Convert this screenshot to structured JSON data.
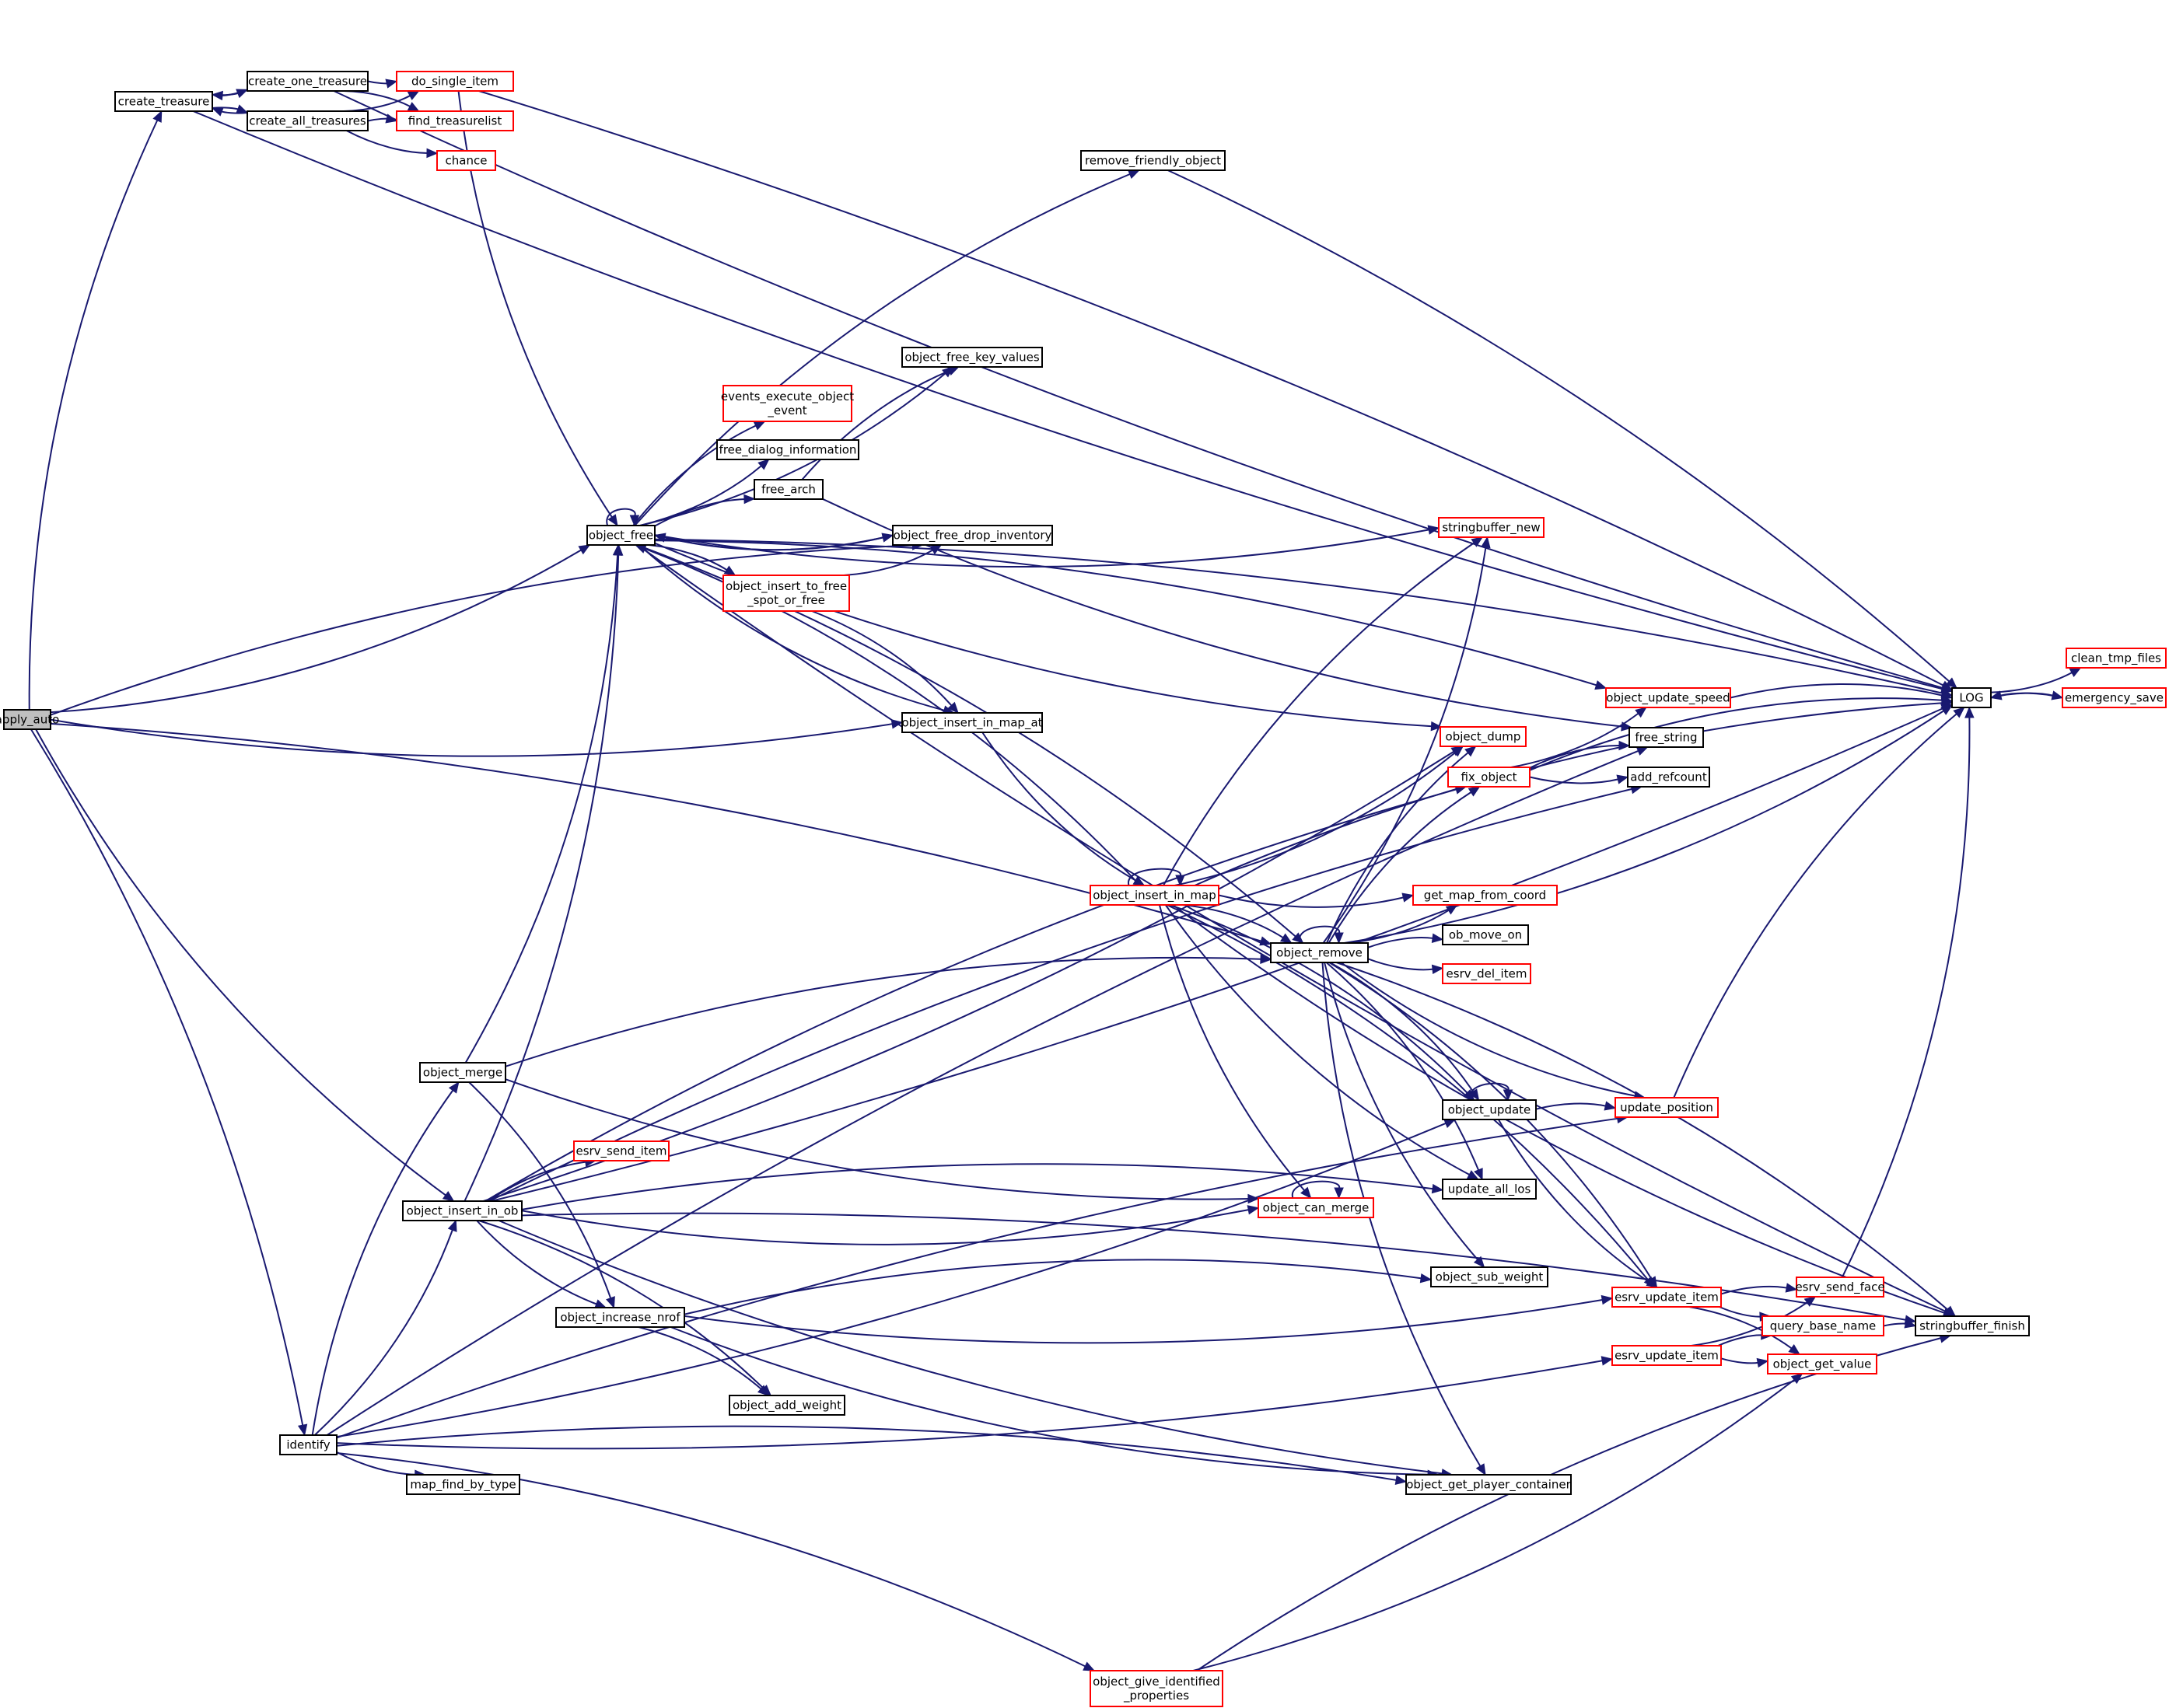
{
  "colors": {
    "edge": "#191970",
    "node_border_default": "#000000",
    "node_border_truncated": "#ff0000",
    "node_root_fill": "#bfbfbf",
    "node_fill": "#ffffff"
  },
  "nodes": [
    {
      "id": "apply_auto",
      "lines": [
        "apply_auto"
      ],
      "kind": "root"
    },
    {
      "id": "create_treasure",
      "lines": [
        "create_treasure"
      ],
      "kind": "normal"
    },
    {
      "id": "create_one_treasure",
      "lines": [
        "create_one_treasure"
      ],
      "kind": "normal"
    },
    {
      "id": "create_all_treasures",
      "lines": [
        "create_all_treasures"
      ],
      "kind": "normal"
    },
    {
      "id": "do_single_item",
      "lines": [
        "do_single_item"
      ],
      "kind": "truncated"
    },
    {
      "id": "find_treasurelist",
      "lines": [
        "find_treasurelist"
      ],
      "kind": "truncated"
    },
    {
      "id": "chance",
      "lines": [
        "chance"
      ],
      "kind": "truncated"
    },
    {
      "id": "remove_friendly_object",
      "lines": [
        "remove_friendly_object"
      ],
      "kind": "normal"
    },
    {
      "id": "object_free_key_values",
      "lines": [
        "object_free_key_values"
      ],
      "kind": "normal"
    },
    {
      "id": "events_execute_object_event",
      "lines": [
        "events_execute_object",
        "_event"
      ],
      "kind": "truncated"
    },
    {
      "id": "free_dialog_information",
      "lines": [
        "free_dialog_information"
      ],
      "kind": "normal"
    },
    {
      "id": "free_arch",
      "lines": [
        "free_arch"
      ],
      "kind": "normal"
    },
    {
      "id": "object_free",
      "lines": [
        "object_free"
      ],
      "kind": "normal"
    },
    {
      "id": "object_free_drop_inventory",
      "lines": [
        "object_free_drop_inventory"
      ],
      "kind": "normal"
    },
    {
      "id": "object_insert_to_free_spot_or_free",
      "lines": [
        "object_insert_to_free",
        "_spot_or_free"
      ],
      "kind": "truncated"
    },
    {
      "id": "stringbuffer_new",
      "lines": [
        "stringbuffer_new"
      ],
      "kind": "truncated"
    },
    {
      "id": "object_insert_in_map_at",
      "lines": [
        "object_insert_in_map_at"
      ],
      "kind": "normal"
    },
    {
      "id": "object_update_speed",
      "lines": [
        "object_update_speed"
      ],
      "kind": "truncated"
    },
    {
      "id": "LOG",
      "lines": [
        "LOG"
      ],
      "kind": "normal"
    },
    {
      "id": "clean_tmp_files",
      "lines": [
        "clean_tmp_files"
      ],
      "kind": "truncated"
    },
    {
      "id": "emergency_save",
      "lines": [
        "emergency_save"
      ],
      "kind": "truncated"
    },
    {
      "id": "object_dump",
      "lines": [
        "object_dump"
      ],
      "kind": "truncated"
    },
    {
      "id": "free_string",
      "lines": [
        "free_string"
      ],
      "kind": "normal"
    },
    {
      "id": "fix_object",
      "lines": [
        "fix_object"
      ],
      "kind": "truncated"
    },
    {
      "id": "add_refcount",
      "lines": [
        "add_refcount"
      ],
      "kind": "normal"
    },
    {
      "id": "object_insert_in_map",
      "lines": [
        "object_insert_in_map"
      ],
      "kind": "truncated"
    },
    {
      "id": "get_map_from_coord",
      "lines": [
        "get_map_from_coord"
      ],
      "kind": "truncated"
    },
    {
      "id": "object_remove",
      "lines": [
        "object_remove"
      ],
      "kind": "normal"
    },
    {
      "id": "ob_move_on",
      "lines": [
        "ob_move_on"
      ],
      "kind": "normal"
    },
    {
      "id": "esrv_del_item",
      "lines": [
        "esrv_del_item"
      ],
      "kind": "truncated"
    },
    {
      "id": "object_merge",
      "lines": [
        "object_merge"
      ],
      "kind": "normal"
    },
    {
      "id": "object_update",
      "lines": [
        "object_update"
      ],
      "kind": "normal"
    },
    {
      "id": "update_position",
      "lines": [
        "update_position"
      ],
      "kind": "truncated"
    },
    {
      "id": "esrv_send_item",
      "lines": [
        "esrv_send_item"
      ],
      "kind": "truncated"
    },
    {
      "id": "object_insert_in_ob",
      "lines": [
        "object_insert_in_ob"
      ],
      "kind": "normal"
    },
    {
      "id": "object_can_merge",
      "lines": [
        "object_can_merge"
      ],
      "kind": "truncated"
    },
    {
      "id": "update_all_los",
      "lines": [
        "update_all_los"
      ],
      "kind": "normal"
    },
    {
      "id": "object_sub_weight",
      "lines": [
        "object_sub_weight"
      ],
      "kind": "normal"
    },
    {
      "id": "esrv_update_item_1",
      "lines": [
        "esrv_update_item"
      ],
      "kind": "truncated"
    },
    {
      "id": "esrv_send_face",
      "lines": [
        "esrv_send_face"
      ],
      "kind": "truncated"
    },
    {
      "id": "object_increase_nrof",
      "lines": [
        "object_increase_nrof"
      ],
      "kind": "normal"
    },
    {
      "id": "query_base_name",
      "lines": [
        "query_base_name"
      ],
      "kind": "truncated"
    },
    {
      "id": "stringbuffer_finish",
      "lines": [
        "stringbuffer_finish"
      ],
      "kind": "normal"
    },
    {
      "id": "esrv_update_item_2",
      "lines": [
        "esrv_update_item"
      ],
      "kind": "truncated"
    },
    {
      "id": "object_get_value",
      "lines": [
        "object_get_value"
      ],
      "kind": "truncated"
    },
    {
      "id": "object_add_weight",
      "lines": [
        "object_add_weight"
      ],
      "kind": "normal"
    },
    {
      "id": "identify",
      "lines": [
        "identify"
      ],
      "kind": "normal"
    },
    {
      "id": "map_find_by_type",
      "lines": [
        "map_find_by_type"
      ],
      "kind": "normal"
    },
    {
      "id": "object_get_player_container",
      "lines": [
        "object_get_player_container"
      ],
      "kind": "normal"
    },
    {
      "id": "object_give_identified_properties",
      "lines": [
        "object_give_identified",
        "_properties"
      ],
      "kind": "truncated"
    }
  ],
  "edges": [
    [
      "apply_auto",
      "create_treasure"
    ],
    [
      "apply_auto",
      "object_free"
    ],
    [
      "apply_auto",
      "object_free_drop_inventory"
    ],
    [
      "apply_auto",
      "object_insert_in_map_at"
    ],
    [
      "apply_auto",
      "object_remove"
    ],
    [
      "apply_auto",
      "object_insert_in_ob"
    ],
    [
      "apply_auto",
      "identify"
    ],
    [
      "create_treasure",
      "create_one_treasure"
    ],
    [
      "create_treasure",
      "create_all_treasures"
    ],
    [
      "create_treasure",
      "LOG"
    ],
    [
      "create_one_treasure",
      "create_treasure"
    ],
    [
      "create_one_treasure",
      "do_single_item"
    ],
    [
      "create_one_treasure",
      "find_treasurelist"
    ],
    [
      "create_one_treasure",
      "LOG"
    ],
    [
      "create_all_treasures",
      "create_treasure"
    ],
    [
      "create_all_treasures",
      "do_single_item"
    ],
    [
      "create_all_treasures",
      "find_treasurelist"
    ],
    [
      "create_all_treasures",
      "chance"
    ],
    [
      "do_single_item",
      "LOG"
    ],
    [
      "do_single_item",
      "object_free"
    ],
    [
      "remove_friendly_object",
      "LOG"
    ],
    [
      "object_free",
      "object_free"
    ],
    [
      "object_free",
      "remove_friendly_object"
    ],
    [
      "object_free",
      "object_free_key_values"
    ],
    [
      "object_free",
      "events_execute_object_event"
    ],
    [
      "object_free",
      "free_dialog_information"
    ],
    [
      "object_free",
      "free_arch"
    ],
    [
      "object_free",
      "object_free_drop_inventory"
    ],
    [
      "object_free",
      "object_insert_to_free_spot_or_free"
    ],
    [
      "object_free",
      "object_insert_in_map_at"
    ],
    [
      "object_free",
      "LOG"
    ],
    [
      "object_free",
      "stringbuffer_new"
    ],
    [
      "object_free",
      "object_update_speed"
    ],
    [
      "object_free",
      "object_dump"
    ],
    [
      "object_free",
      "object_remove"
    ],
    [
      "object_free",
      "stringbuffer_finish"
    ],
    [
      "free_arch",
      "object_free_key_values"
    ],
    [
      "free_arch",
      "free_string"
    ],
    [
      "object_free_drop_inventory",
      "object_free"
    ],
    [
      "object_insert_to_free_spot_or_free",
      "object_free_drop_inventory"
    ],
    [
      "object_insert_to_free_spot_or_free",
      "object_insert_in_map_at"
    ],
    [
      "object_insert_in_map_at",
      "object_insert_in_map"
    ],
    [
      "object_update_speed",
      "LOG"
    ],
    [
      "LOG",
      "clean_tmp_files"
    ],
    [
      "LOG",
      "emergency_save"
    ],
    [
      "emergency_save",
      "LOG"
    ],
    [
      "fix_object",
      "LOG"
    ],
    [
      "fix_object",
      "object_update_speed"
    ],
    [
      "fix_object",
      "free_string"
    ],
    [
      "fix_object",
      "add_refcount"
    ],
    [
      "object_insert_in_map",
      "object_insert_in_map"
    ],
    [
      "object_insert_in_map",
      "object_free"
    ],
    [
      "object_insert_in_map",
      "stringbuffer_new"
    ],
    [
      "object_insert_in_map",
      "object_dump"
    ],
    [
      "object_insert_in_map",
      "LOG"
    ],
    [
      "object_insert_in_map",
      "get_map_from_coord"
    ],
    [
      "object_insert_in_map",
      "object_remove"
    ],
    [
      "object_insert_in_map",
      "object_can_merge"
    ],
    [
      "object_insert_in_map",
      "object_update"
    ],
    [
      "object_insert_in_map",
      "update_all_los"
    ],
    [
      "object_insert_in_map",
      "esrv_update_item_1"
    ],
    [
      "object_insert_in_map",
      "stringbuffer_finish"
    ],
    [
      "object_remove",
      "object_remove"
    ],
    [
      "object_remove",
      "stringbuffer_new"
    ],
    [
      "object_remove",
      "object_dump"
    ],
    [
      "object_remove",
      "LOG"
    ],
    [
      "object_remove",
      "fix_object"
    ],
    [
      "object_remove",
      "get_map_from_coord"
    ],
    [
      "object_remove",
      "ob_move_on"
    ],
    [
      "object_remove",
      "esrv_del_item"
    ],
    [
      "object_remove",
      "object_update"
    ],
    [
      "object_remove",
      "update_position"
    ],
    [
      "object_remove",
      "update_all_los"
    ],
    [
      "object_remove",
      "object_sub_weight"
    ],
    [
      "object_remove",
      "esrv_update_item_1"
    ],
    [
      "object_remove",
      "object_get_player_container"
    ],
    [
      "object_remove",
      "stringbuffer_finish"
    ],
    [
      "object_merge",
      "object_free"
    ],
    [
      "object_merge",
      "object_remove"
    ],
    [
      "object_merge",
      "object_can_merge"
    ],
    [
      "object_merge",
      "object_increase_nrof"
    ],
    [
      "object_update",
      "object_update"
    ],
    [
      "object_update",
      "update_position"
    ],
    [
      "object_update",
      "esrv_update_item_1"
    ],
    [
      "update_position",
      "LOG"
    ],
    [
      "object_insert_in_ob",
      "object_free"
    ],
    [
      "object_insert_in_ob",
      "fix_object"
    ],
    [
      "object_insert_in_ob",
      "object_dump"
    ],
    [
      "object_insert_in_ob",
      "esrv_send_item"
    ],
    [
      "object_insert_in_ob",
      "object_can_merge"
    ],
    [
      "object_insert_in_ob",
      "update_all_los"
    ],
    [
      "object_insert_in_ob",
      "object_increase_nrof"
    ],
    [
      "object_insert_in_ob",
      "object_add_weight"
    ],
    [
      "object_insert_in_ob",
      "LOG"
    ],
    [
      "object_insert_in_ob",
      "add_refcount"
    ],
    [
      "object_insert_in_ob",
      "object_get_player_container"
    ],
    [
      "object_insert_in_ob",
      "stringbuffer_finish"
    ],
    [
      "object_can_merge",
      "object_can_merge"
    ],
    [
      "esrv_update_item_1",
      "esrv_send_face"
    ],
    [
      "esrv_update_item_1",
      "query_base_name"
    ],
    [
      "esrv_update_item_1",
      "object_get_value"
    ],
    [
      "esrv_send_face",
      "LOG"
    ],
    [
      "object_increase_nrof",
      "object_sub_weight"
    ],
    [
      "object_increase_nrof",
      "esrv_update_item_1"
    ],
    [
      "object_increase_nrof",
      "object_add_weight"
    ],
    [
      "object_increase_nrof",
      "object_get_player_container"
    ],
    [
      "query_base_name",
      "stringbuffer_finish"
    ],
    [
      "esrv_update_item_2",
      "esrv_send_face"
    ],
    [
      "esrv_update_item_2",
      "query_base_name"
    ],
    [
      "esrv_update_item_2",
      "object_get_value"
    ],
    [
      "identify",
      "object_merge"
    ],
    [
      "identify",
      "object_update"
    ],
    [
      "identify",
      "free_string"
    ],
    [
      "identify",
      "object_insert_in_ob"
    ],
    [
      "identify",
      "update_position"
    ],
    [
      "identify",
      "map_find_by_type"
    ],
    [
      "identify",
      "object_get_player_container"
    ],
    [
      "identify",
      "esrv_update_item_2"
    ],
    [
      "identify",
      "object_give_identified_properties"
    ],
    [
      "object_give_identified_properties",
      "object_get_value"
    ],
    [
      "object_give_identified_properties",
      "stringbuffer_finish"
    ]
  ]
}
